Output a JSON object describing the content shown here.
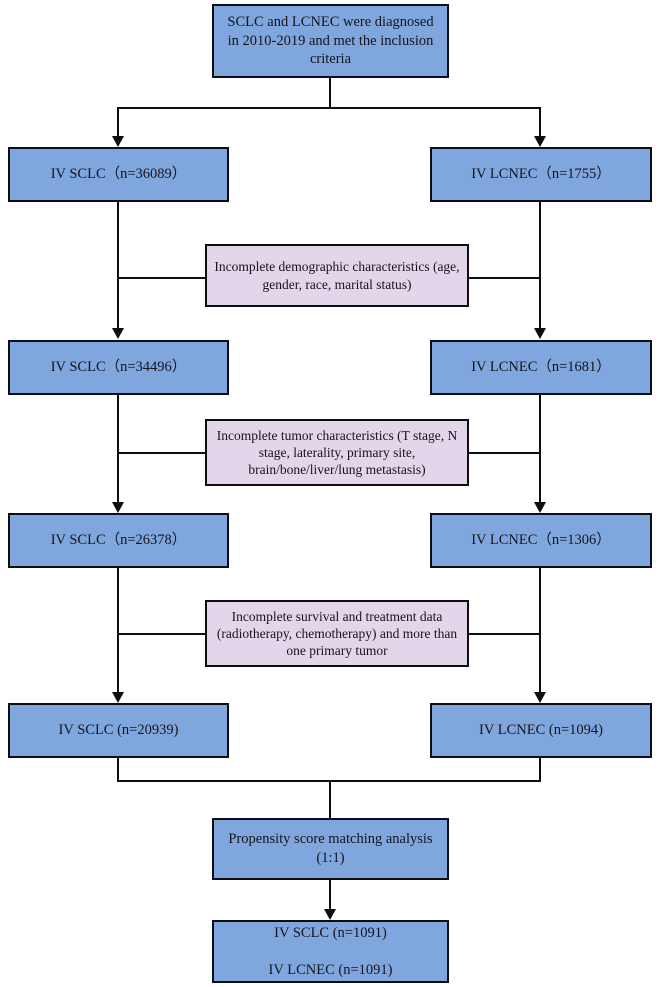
{
  "diagram": {
    "title": "Patient selection flowchart for stage IV SCLC and LCNEC",
    "colors": {
      "cohort_fill": "#80a7dd",
      "exclusion_fill": "#e3d6ea",
      "border": "#0d0d14",
      "text": "#14141e",
      "background": "#ffffff"
    }
  },
  "nodes": {
    "root": {
      "line1": "SCLC and LCNEC were diagnosed",
      "line2": "in 2010-2019 and met the inclusion",
      "line3": "criteria"
    },
    "row1": {
      "left": "IV SCLC（n=36089）",
      "right": "IV LCNEC（n=1755）"
    },
    "exclusion1": {
      "line1": "Incomplete demographic characteristics (age,",
      "line2": "gender, race, marital status)"
    },
    "row2": {
      "left": "IV SCLC（n=34496）",
      "right": "IV LCNEC（n=1681）"
    },
    "exclusion2": {
      "line1": "Incomplete tumor characteristics (T stage, N",
      "line2": "stage, laterality, primary site,",
      "line3": "brain/bone/liver/lung metastasis)"
    },
    "row3": {
      "left": "IV SCLC（n=26378）",
      "right": "IV LCNEC（n=1306）"
    },
    "exclusion3": {
      "line1": "Incomplete survival and treatment data",
      "line2": "(radiotherapy, chemotherapy) and more than",
      "line3": "one primary tumor"
    },
    "row4": {
      "left": "IV SCLC (n=20939)",
      "right": "IV LCNEC (n=1094)"
    },
    "psm": {
      "line1": "Propensity score matching analysis",
      "line2": "(1:1)"
    },
    "final": {
      "line1": "IV SCLC (n=1091)",
      "line2": "IV LCNEC (n=1091)"
    }
  }
}
